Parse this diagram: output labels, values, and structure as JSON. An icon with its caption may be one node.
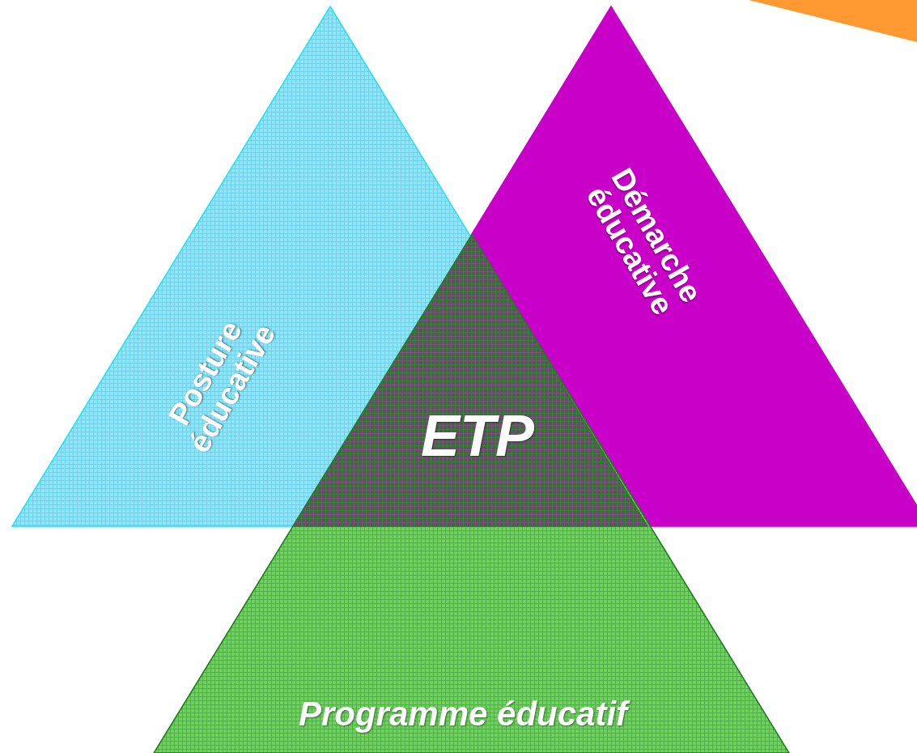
{
  "diagram": {
    "nodes": [
      {
        "text": [
          "Posture éducative"
        ]
      },
      {
        "text": [
          "Démarche éducative"
        ]
      },
      {
        "text": [
          "Programme éducatif"
        ]
      },
      {
        "text": [
          "ETP"
        ]
      }
    ]
  }
}
